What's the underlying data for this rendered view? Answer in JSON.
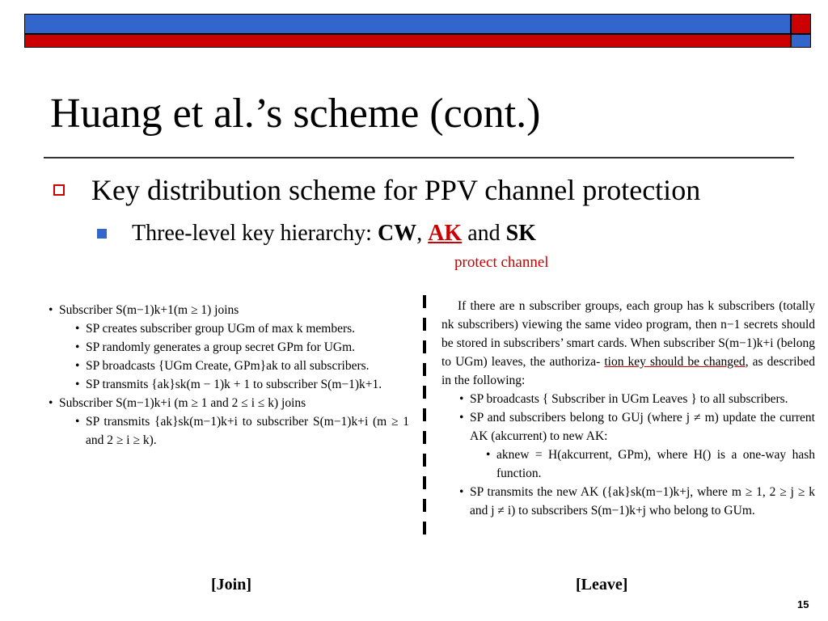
{
  "colors": {
    "accent_blue": "#3366cc",
    "accent_red": "#cc0000"
  },
  "slide": {
    "title": "Huang et al.’s scheme (cont.)",
    "bullet1": "Key distribution scheme for PPV channel protection",
    "bullet2": {
      "prefix": "Three-level key hierarchy: ",
      "cw": "CW",
      "comma": ", ",
      "ak": "AK",
      "and": " and ",
      "sk": "SK"
    },
    "note": "protect channel",
    "page_number": "15"
  },
  "join": {
    "caption": "[Join]",
    "items": [
      {
        "text": "Subscriber S(m−1)k+1(m ≥ 1) joins",
        "sub": [
          "SP creates subscriber group UGm of max k members.",
          "SP randomly generates a group secret GPm for UGm.",
          "SP broadcasts {UGm Create, GPm}ak to all subscribers.",
          "SP transmits {ak}sk(m − 1)k + 1 to subscriber S(m−1)k+1."
        ]
      },
      {
        "text": "Subscriber S(m−1)k+i (m ≥ 1 and 2 ≤ i ≤ k) joins",
        "sub": [
          "SP transmits {ak}sk(m−1)k+i to subscriber S(m−1)k+i (m ≥ 1 and 2 ≥ i ≥ k)."
        ]
      }
    ]
  },
  "leave": {
    "caption": "[Leave]",
    "intro": "If there are n subscriber groups, each group has k subscribers (totally nk subscribers) viewing the same video program, then n−1 secrets should be stored in subscribers’ smart cards. When subscriber S(m−1)k+i (belong to UGm) leaves, the authoriza-",
    "intro_underlined": "tion key should be changed",
    "intro_end": ", as described in the following:",
    "items": [
      "SP broadcasts { Subscriber in UGm Leaves } to all subscribers.",
      "SP and subscribers belong to GUj (where j ≠ m) update the current AK (akcurrent) to new AK:",
      "aknew = H(akcurrent, GPm), where H() is a one-way hash function.",
      "SP transmits the new AK ({ak}sk(m−1)k+j, where m ≥ 1, 2 ≥ j ≥ k and j ≠ i) to subscribers S(m−1)k+j who belong to GUm."
    ]
  }
}
